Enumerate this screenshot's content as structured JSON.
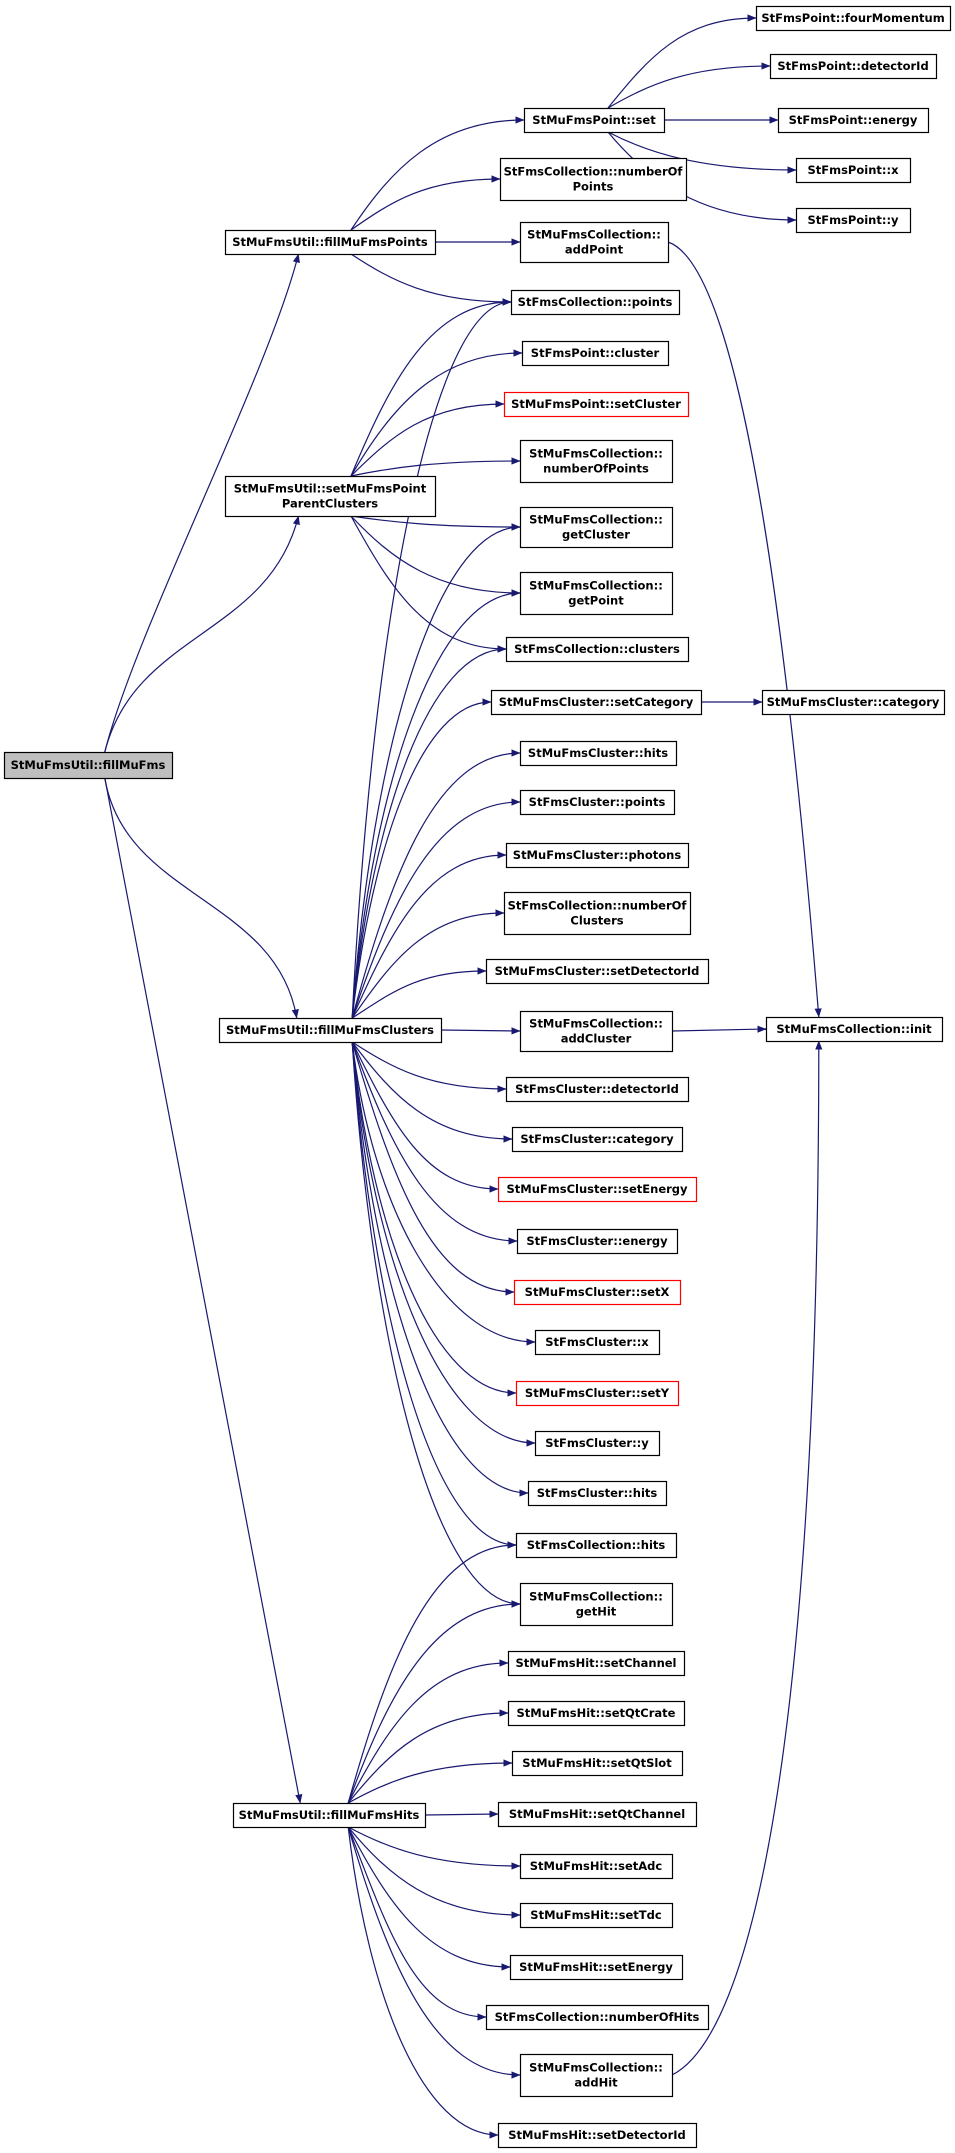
{
  "colors": {
    "edge": "#191970",
    "node_border": "#000000",
    "node_border_truncated": "#ff0000",
    "node_fill": "#ffffff",
    "root_fill": "#bfbfbf"
  },
  "nodes": [
    {
      "id": "fillMuFms",
      "lines": [
        "StMuFmsUtil::fillMuFms"
      ],
      "root": true
    },
    {
      "id": "fillMuFmsPoints",
      "lines": [
        "StMuFmsUtil::fillMuFmsPoints"
      ]
    },
    {
      "id": "setMuFmsPointParentClusters",
      "lines": [
        "StMuFmsUtil::setMuFmsPoint",
        "ParentClusters"
      ]
    },
    {
      "id": "fillMuFmsClusters",
      "lines": [
        "StMuFmsUtil::fillMuFmsClusters"
      ]
    },
    {
      "id": "fillMuFmsHits",
      "lines": [
        "StMuFmsUtil::fillMuFmsHits"
      ]
    },
    {
      "id": "pointSet",
      "lines": [
        "StMuFmsPoint::set"
      ]
    },
    {
      "id": "collNumberOfPoints",
      "lines": [
        "StFmsCollection::numberOf",
        "Points"
      ]
    },
    {
      "id": "muAddPoint",
      "lines": [
        "StMuFmsCollection::",
        "addPoint"
      ]
    },
    {
      "id": "collPoints",
      "lines": [
        "StFmsCollection::points"
      ]
    },
    {
      "id": "pointCluster",
      "lines": [
        "StFmsPoint::cluster"
      ]
    },
    {
      "id": "muSetCluster",
      "lines": [
        "StMuFmsPoint::setCluster"
      ],
      "truncated": true
    },
    {
      "id": "muNumberOfPoints",
      "lines": [
        "StMuFmsCollection::",
        "numberOfPoints"
      ]
    },
    {
      "id": "muGetCluster",
      "lines": [
        "StMuFmsCollection::",
        "getCluster"
      ]
    },
    {
      "id": "muGetPoint",
      "lines": [
        "StMuFmsCollection::",
        "getPoint"
      ]
    },
    {
      "id": "collClusters",
      "lines": [
        "StFmsCollection::clusters"
      ]
    },
    {
      "id": "setCategory",
      "lines": [
        "StMuFmsCluster::setCategory"
      ]
    },
    {
      "id": "muClusterHits",
      "lines": [
        "StMuFmsCluster::hits"
      ]
    },
    {
      "id": "clusterPoints",
      "lines": [
        "StFmsCluster::points"
      ]
    },
    {
      "id": "muPhotons",
      "lines": [
        "StMuFmsCluster::photons"
      ]
    },
    {
      "id": "collNumberOfClusters",
      "lines": [
        "StFmsCollection::numberOf",
        "Clusters"
      ]
    },
    {
      "id": "setDetectorIdCluster",
      "lines": [
        "StMuFmsCluster::setDetectorId"
      ]
    },
    {
      "id": "muAddCluster",
      "lines": [
        "StMuFmsCollection::",
        "addCluster"
      ]
    },
    {
      "id": "clusterDetectorId",
      "lines": [
        "StFmsCluster::detectorId"
      ]
    },
    {
      "id": "clusterCategory",
      "lines": [
        "StFmsCluster::category"
      ]
    },
    {
      "id": "muSetEnergyCluster",
      "lines": [
        "StMuFmsCluster::setEnergy"
      ],
      "truncated": true
    },
    {
      "id": "clusterEnergy",
      "lines": [
        "StFmsCluster::energy"
      ]
    },
    {
      "id": "muSetX",
      "lines": [
        "StMuFmsCluster::setX"
      ],
      "truncated": true
    },
    {
      "id": "clusterX",
      "lines": [
        "StFmsCluster::x"
      ]
    },
    {
      "id": "muSetY",
      "lines": [
        "StMuFmsCluster::setY"
      ],
      "truncated": true
    },
    {
      "id": "clusterY",
      "lines": [
        "StFmsCluster::y"
      ]
    },
    {
      "id": "clusterHits",
      "lines": [
        "StFmsCluster::hits"
      ]
    },
    {
      "id": "collHits",
      "lines": [
        "StFmsCollection::hits"
      ]
    },
    {
      "id": "muGetHit",
      "lines": [
        "StMuFmsCollection::",
        "getHit"
      ]
    },
    {
      "id": "setChannel",
      "lines": [
        "StMuFmsHit::setChannel"
      ]
    },
    {
      "id": "setQtCrate",
      "lines": [
        "StMuFmsHit::setQtCrate"
      ]
    },
    {
      "id": "setQtSlot",
      "lines": [
        "StMuFmsHit::setQtSlot"
      ]
    },
    {
      "id": "setQtChannel",
      "lines": [
        "StMuFmsHit::setQtChannel"
      ]
    },
    {
      "id": "setAdc",
      "lines": [
        "StMuFmsHit::setAdc"
      ]
    },
    {
      "id": "setTdc",
      "lines": [
        "StMuFmsHit::setTdc"
      ]
    },
    {
      "id": "hitSetEnergy",
      "lines": [
        "StMuFmsHit::setEnergy"
      ]
    },
    {
      "id": "collNumberOfHits",
      "lines": [
        "StFmsCollection::numberOfHits"
      ]
    },
    {
      "id": "muAddHit",
      "lines": [
        "StMuFmsCollection::",
        "addHit"
      ]
    },
    {
      "id": "hitSetDetectorId",
      "lines": [
        "StMuFmsHit::setDetectorId"
      ]
    },
    {
      "id": "fourMomentum",
      "lines": [
        "StFmsPoint::fourMomentum"
      ]
    },
    {
      "id": "pointDetectorId",
      "lines": [
        "StFmsPoint::detectorId"
      ]
    },
    {
      "id": "pointEnergy",
      "lines": [
        "StFmsPoint::energy"
      ]
    },
    {
      "id": "pointX",
      "lines": [
        "StFmsPoint::x"
      ]
    },
    {
      "id": "pointY",
      "lines": [
        "StFmsPoint::y"
      ]
    },
    {
      "id": "muClusterCategory",
      "lines": [
        "StMuFmsCluster::category"
      ]
    },
    {
      "id": "muInit",
      "lines": [
        "StMuFmsCollection::init"
      ]
    }
  ],
  "edges": [
    [
      "fillMuFms",
      "fillMuFmsPoints"
    ],
    [
      "fillMuFms",
      "setMuFmsPointParentClusters"
    ],
    [
      "fillMuFms",
      "fillMuFmsClusters"
    ],
    [
      "fillMuFms",
      "fillMuFmsHits"
    ],
    [
      "fillMuFmsPoints",
      "pointSet"
    ],
    [
      "fillMuFmsPoints",
      "collNumberOfPoints"
    ],
    [
      "fillMuFmsPoints",
      "muAddPoint"
    ],
    [
      "fillMuFmsPoints",
      "collPoints"
    ],
    [
      "pointSet",
      "fourMomentum"
    ],
    [
      "pointSet",
      "pointDetectorId"
    ],
    [
      "pointSet",
      "pointEnergy"
    ],
    [
      "pointSet",
      "pointX"
    ],
    [
      "pointSet",
      "pointY"
    ],
    [
      "muAddPoint",
      "muInit"
    ],
    [
      "setMuFmsPointParentClusters",
      "collPoints"
    ],
    [
      "setMuFmsPointParentClusters",
      "pointCluster"
    ],
    [
      "setMuFmsPointParentClusters",
      "muSetCluster"
    ],
    [
      "setMuFmsPointParentClusters",
      "muNumberOfPoints"
    ],
    [
      "setMuFmsPointParentClusters",
      "muGetCluster"
    ],
    [
      "setMuFmsPointParentClusters",
      "muGetPoint"
    ],
    [
      "setMuFmsPointParentClusters",
      "collClusters"
    ],
    [
      "fillMuFmsClusters",
      "collPoints"
    ],
    [
      "fillMuFmsClusters",
      "muGetCluster"
    ],
    [
      "fillMuFmsClusters",
      "muGetPoint"
    ],
    [
      "fillMuFmsClusters",
      "collClusters"
    ],
    [
      "fillMuFmsClusters",
      "setCategory"
    ],
    [
      "fillMuFmsClusters",
      "muClusterHits"
    ],
    [
      "fillMuFmsClusters",
      "clusterPoints"
    ],
    [
      "fillMuFmsClusters",
      "muPhotons"
    ],
    [
      "fillMuFmsClusters",
      "collNumberOfClusters"
    ],
    [
      "fillMuFmsClusters",
      "setDetectorIdCluster"
    ],
    [
      "fillMuFmsClusters",
      "muAddCluster"
    ],
    [
      "fillMuFmsClusters",
      "clusterDetectorId"
    ],
    [
      "fillMuFmsClusters",
      "clusterCategory"
    ],
    [
      "fillMuFmsClusters",
      "muSetEnergyCluster"
    ],
    [
      "fillMuFmsClusters",
      "clusterEnergy"
    ],
    [
      "fillMuFmsClusters",
      "muSetX"
    ],
    [
      "fillMuFmsClusters",
      "clusterX"
    ],
    [
      "fillMuFmsClusters",
      "muSetY"
    ],
    [
      "fillMuFmsClusters",
      "clusterY"
    ],
    [
      "fillMuFmsClusters",
      "clusterHits"
    ],
    [
      "fillMuFmsClusters",
      "collHits"
    ],
    [
      "fillMuFmsClusters",
      "muGetHit"
    ],
    [
      "setCategory",
      "muClusterCategory"
    ],
    [
      "muAddCluster",
      "muInit"
    ],
    [
      "fillMuFmsHits",
      "collHits"
    ],
    [
      "fillMuFmsHits",
      "muGetHit"
    ],
    [
      "fillMuFmsHits",
      "setChannel"
    ],
    [
      "fillMuFmsHits",
      "setQtCrate"
    ],
    [
      "fillMuFmsHits",
      "setQtSlot"
    ],
    [
      "fillMuFmsHits",
      "setQtChannel"
    ],
    [
      "fillMuFmsHits",
      "setAdc"
    ],
    [
      "fillMuFmsHits",
      "setTdc"
    ],
    [
      "fillMuFmsHits",
      "hitSetEnergy"
    ],
    [
      "fillMuFmsHits",
      "collNumberOfHits"
    ],
    [
      "fillMuFmsHits",
      "muAddHit"
    ],
    [
      "fillMuFmsHits",
      "hitSetDetectorId"
    ],
    [
      "muAddHit",
      "muInit"
    ]
  ]
}
